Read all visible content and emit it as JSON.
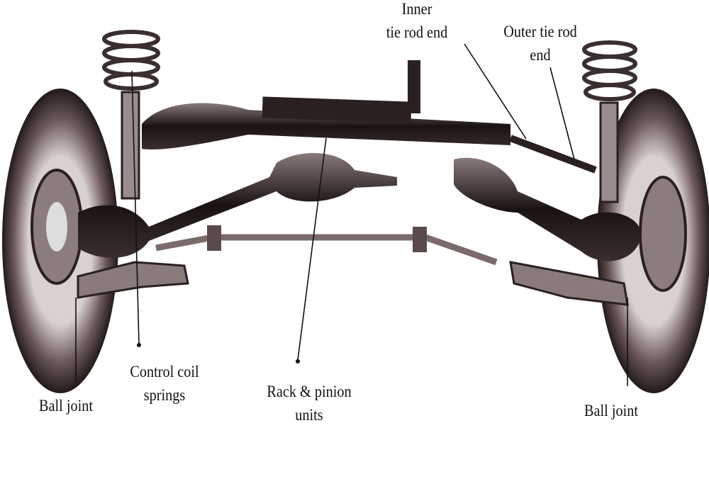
{
  "title": "Front suspension and steering assembly",
  "labels": {
    "inner_tie_rod": [
      "Inner",
      "tie rod end"
    ],
    "outer_tie_rod": [
      "Outer tie rod",
      "end"
    ],
    "control_coil_springs": [
      "Control coil",
      "springs"
    ],
    "rack_pinion": [
      "Rack & pinion",
      "units"
    ],
    "ball_joint_left": "Ball joint",
    "ball_joint_right": "Ball joint"
  },
  "colors": {
    "ink": "#1a1414",
    "metal": "#4a3c3c",
    "light": "#bfb3b3"
  }
}
